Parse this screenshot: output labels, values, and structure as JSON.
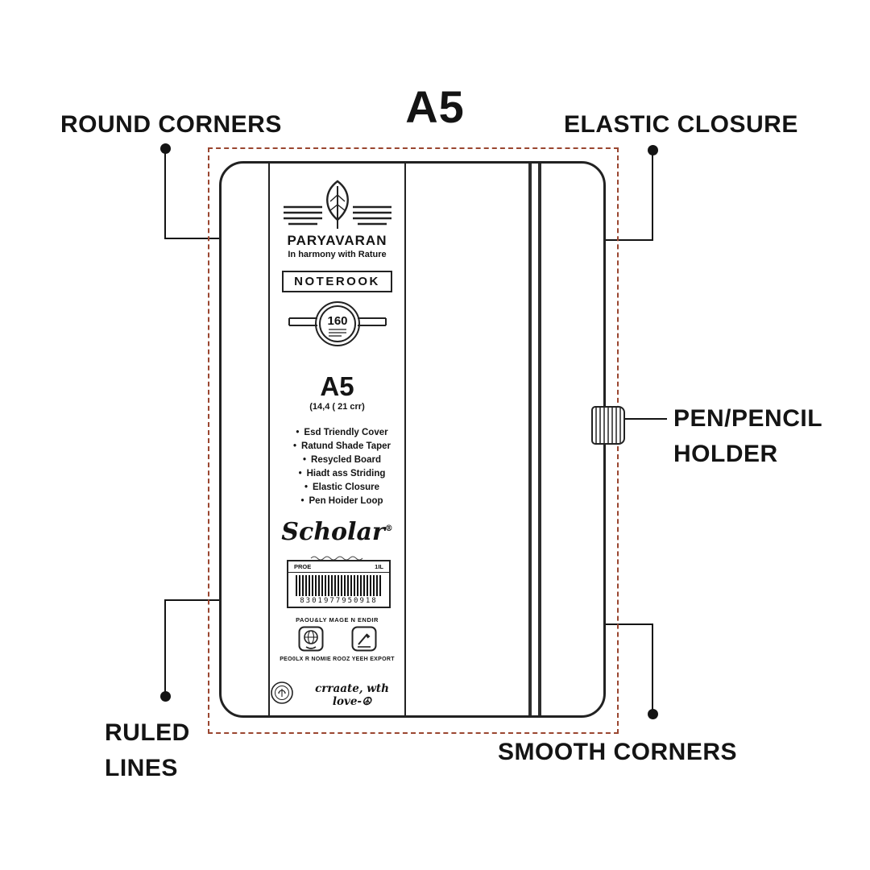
{
  "title": "A5",
  "callouts": {
    "round_corners": "ROUND CORNERS",
    "elastic_closure": "ELASTIC CLOSURE",
    "pen_holder_line1": "PEN/PENCIL",
    "pen_holder_line2": "HOLDER",
    "ruled_lines_line1": "RULED",
    "ruled_lines_line2": "LINES",
    "smooth_corners": "SMOOTH CORNERS"
  },
  "notebook": {
    "band": {
      "brand": "PARYAVARAN",
      "brand_tagline": "In harmony with Rature",
      "product": "NOTEROOK",
      "pages_badge": "160",
      "size": "A5",
      "dimensions": "(14,4 ( 21 crr)",
      "features": [
        "Esd Triendly Cover",
        "Ratund Shade Taper",
        "Resycled Board",
        "Hiadt ass Striding",
        "Elastic Closure",
        "Pen Hoider Loop"
      ],
      "logo": "Scholar",
      "logo_mark": "®",
      "barcode": {
        "left": "PROE",
        "right": "1IL",
        "number": "8301977950918"
      },
      "made_in": "PAOU&LY MAGE N ENDIR",
      "export_line": "PEO0LX R NOMIE ROOZ YEEH EXPORT",
      "love_note": "crraate, wth love-☮"
    }
  },
  "colors": {
    "dashed_border": "#9a4630",
    "text": "#141414",
    "line": "#222222"
  }
}
